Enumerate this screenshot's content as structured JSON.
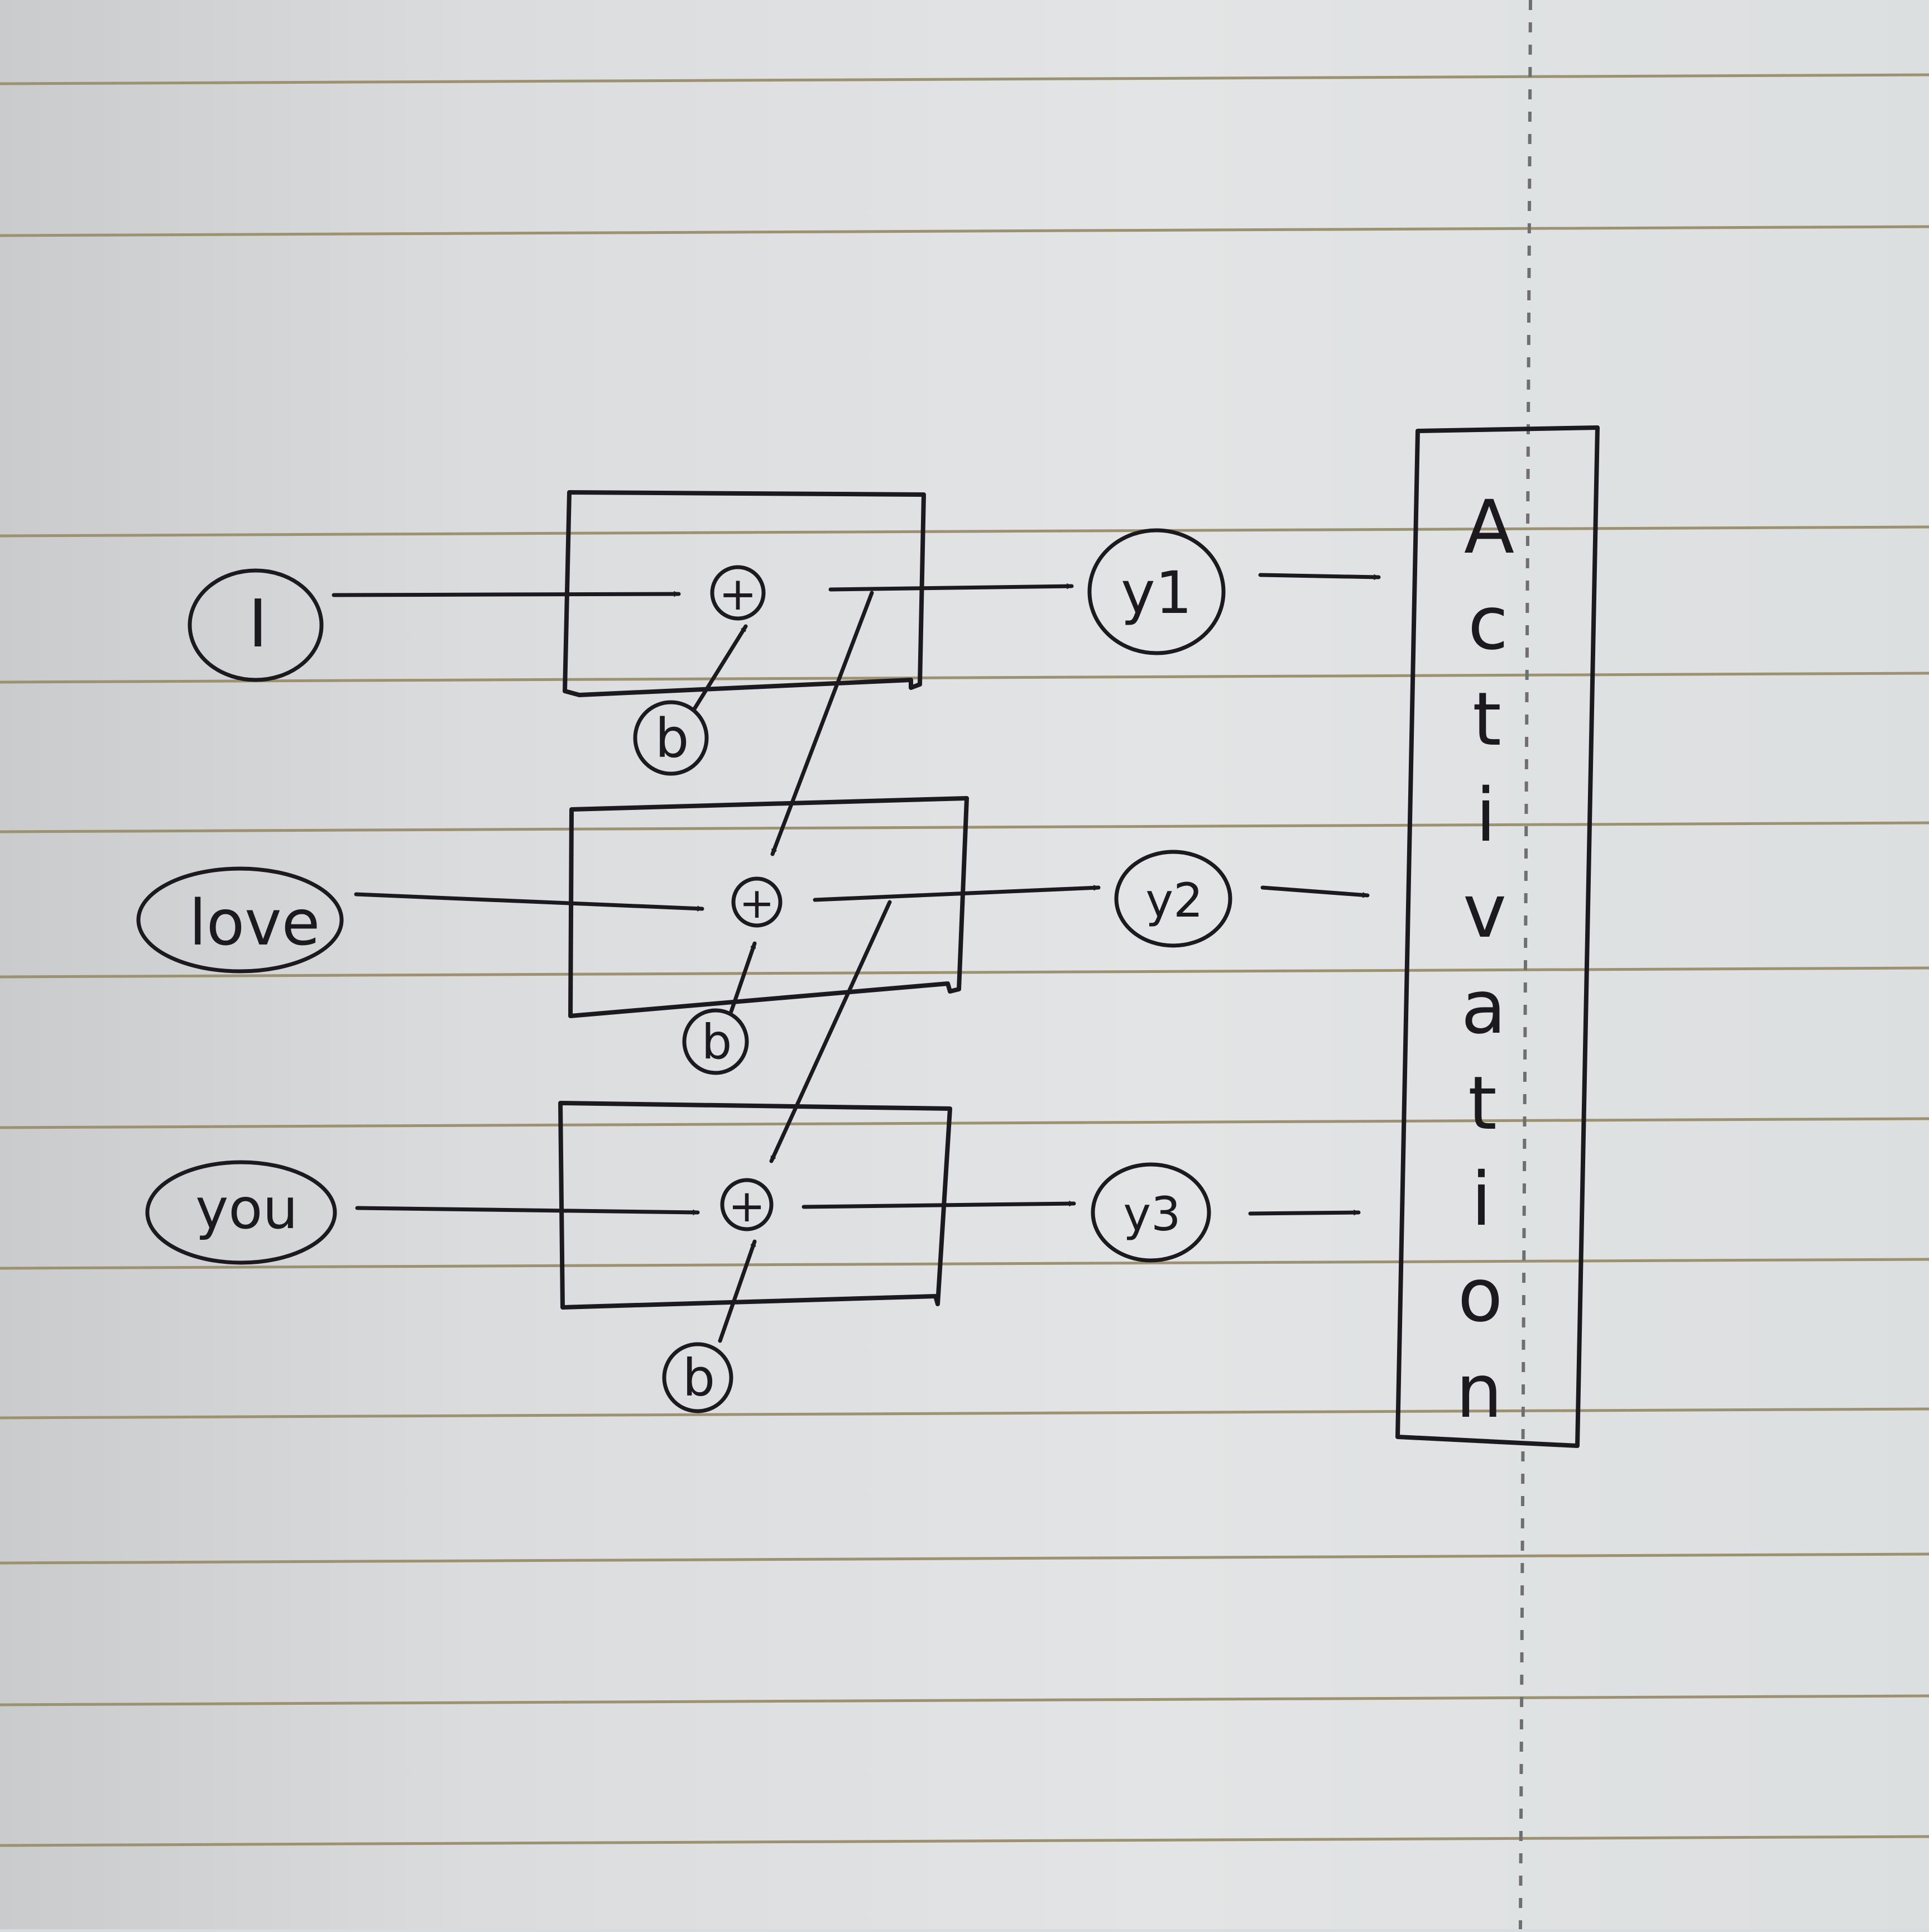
{
  "paper": {
    "background": "#dde0e2",
    "rule_color": "#9c9170",
    "margin_color": "#6f6f6f",
    "ink": "#1c1a1e"
  },
  "rows": [
    {
      "input": "I",
      "output": "y1",
      "bias": "b"
    },
    {
      "input": "love",
      "output": "y2",
      "bias": "b"
    },
    {
      "input": "you",
      "output": "y3",
      "bias": "b"
    }
  ],
  "sum_symbol": "+",
  "activation": {
    "letters": [
      "A",
      "c",
      "t",
      "i",
      "v",
      "a",
      "t",
      "i",
      "o",
      "n"
    ]
  }
}
